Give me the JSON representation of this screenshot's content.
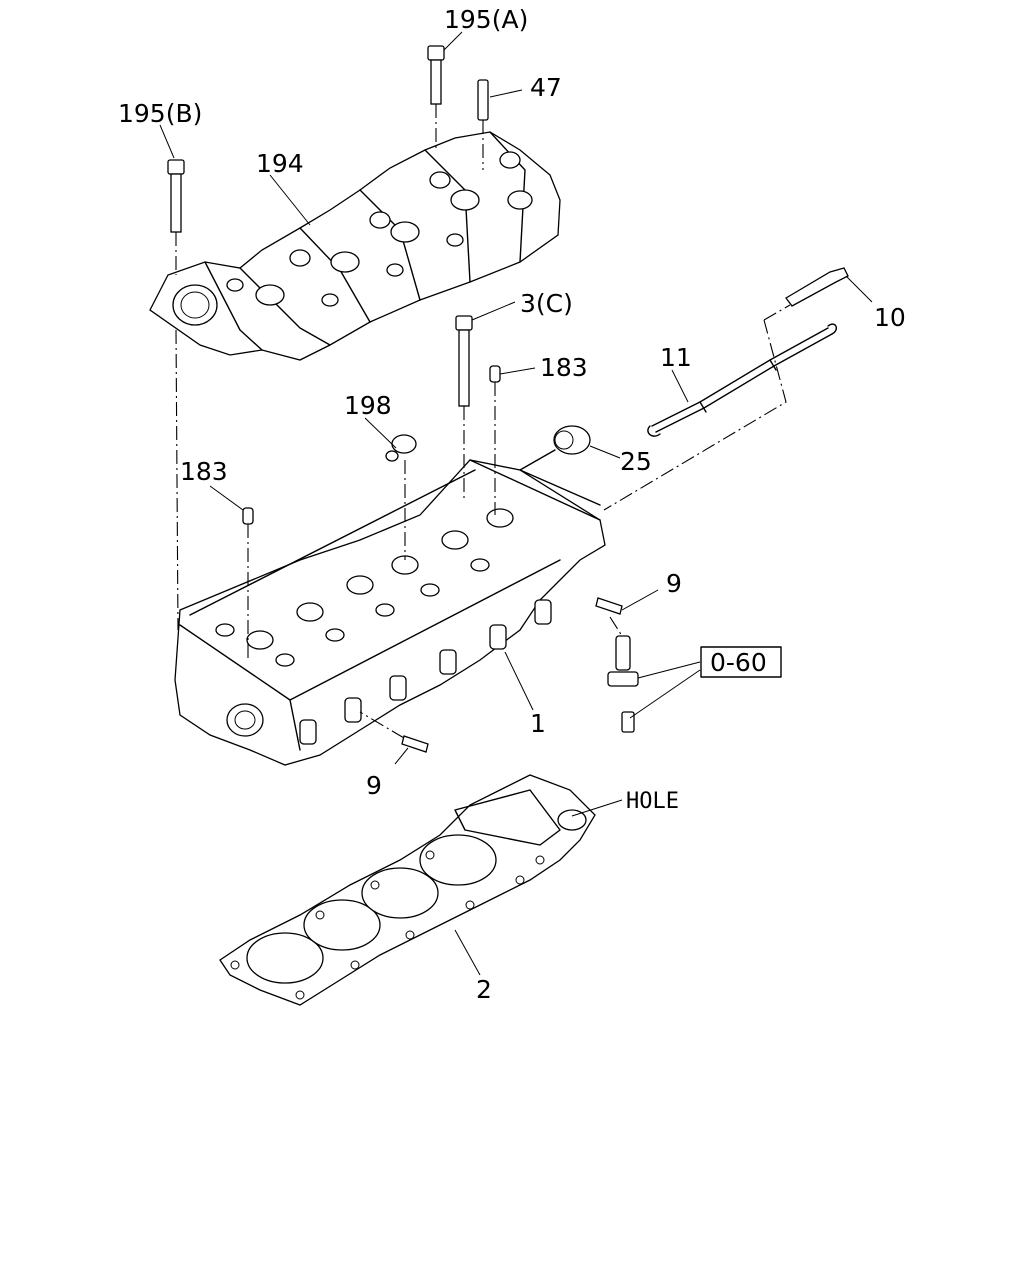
{
  "labels": {
    "p195a": "195(A)",
    "p47": "47",
    "p195b": "195(B)",
    "p194": "194",
    "p3c": "3(C)",
    "p183_top": "183",
    "p183_left": "183",
    "p198": "198",
    "p25": "25",
    "p11": "11",
    "p10": "10",
    "p9_right": "9",
    "p9_bottom": "9",
    "p1": "1",
    "p2": "2",
    "ref_box": "0-60",
    "hole": "HOLE"
  }
}
